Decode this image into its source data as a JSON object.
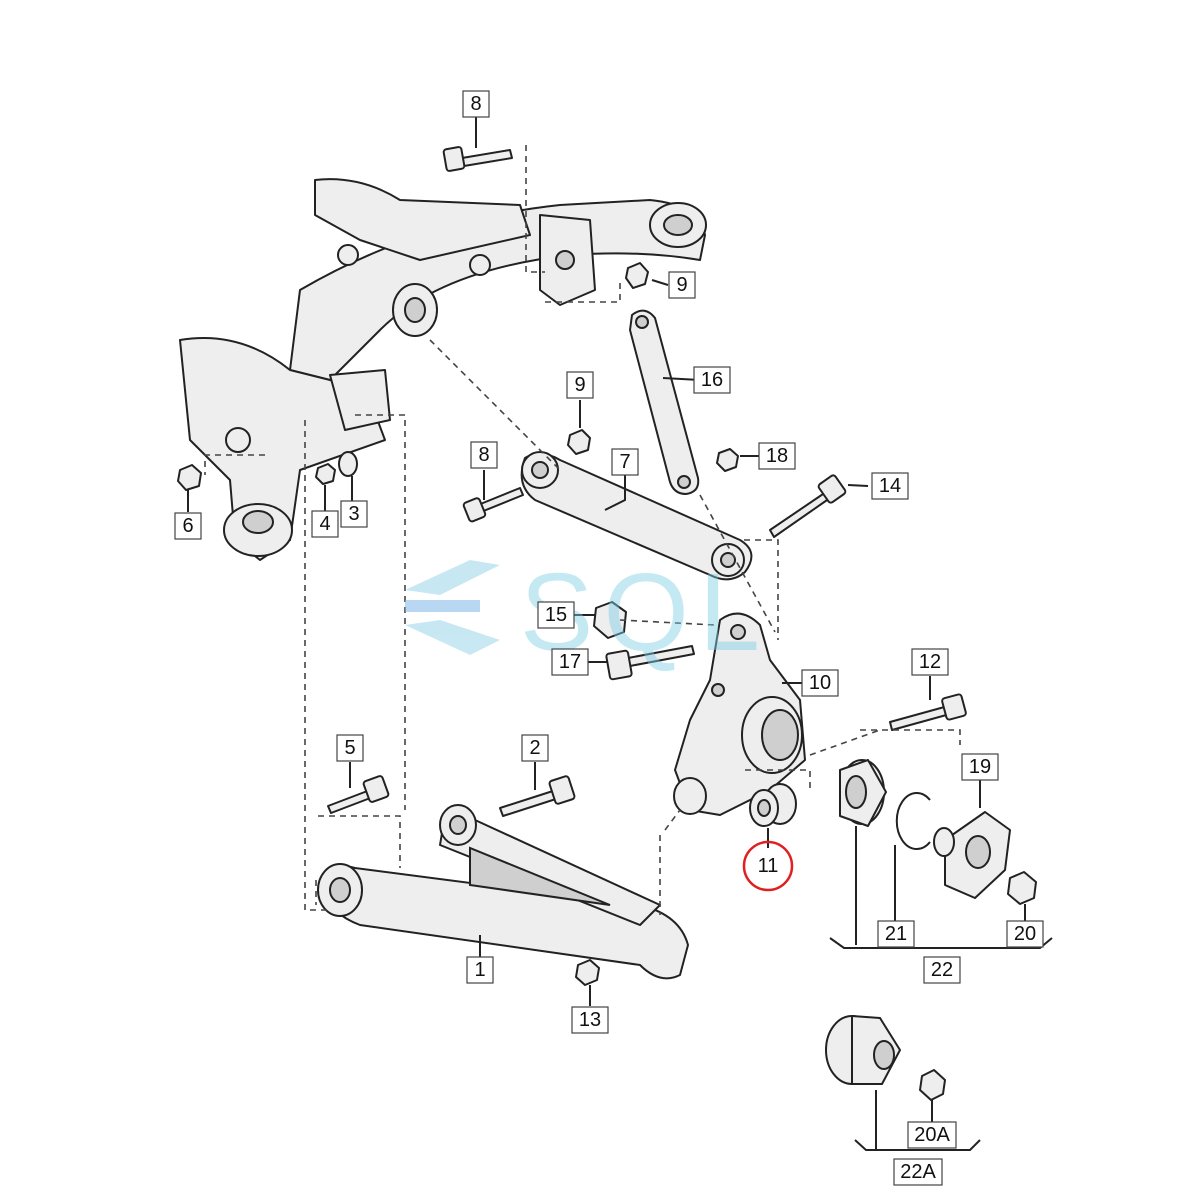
{
  "watermark": {
    "text": "SQL",
    "color": "#7ecfe6"
  },
  "highlight_color": "#e02020",
  "callouts": [
    {
      "id": "8a",
      "text": "8"
    },
    {
      "id": "9a",
      "text": "9"
    },
    {
      "id": "16",
      "text": "16"
    },
    {
      "id": "9b",
      "text": "9"
    },
    {
      "id": "8b",
      "text": "8"
    },
    {
      "id": "7",
      "text": "7"
    },
    {
      "id": "18",
      "text": "18"
    },
    {
      "id": "14",
      "text": "14"
    },
    {
      "id": "6",
      "text": "6"
    },
    {
      "id": "4",
      "text": "4"
    },
    {
      "id": "3",
      "text": "3"
    },
    {
      "id": "15",
      "text": "15"
    },
    {
      "id": "17",
      "text": "17"
    },
    {
      "id": "10",
      "text": "10"
    },
    {
      "id": "12",
      "text": "12"
    },
    {
      "id": "5",
      "text": "5"
    },
    {
      "id": "2",
      "text": "2"
    },
    {
      "id": "19",
      "text": "19"
    },
    {
      "id": "11",
      "text": "11"
    },
    {
      "id": "21",
      "text": "21"
    },
    {
      "id": "20",
      "text": "20"
    },
    {
      "id": "22",
      "text": "22"
    },
    {
      "id": "1",
      "text": "1"
    },
    {
      "id": "13",
      "text": "13"
    },
    {
      "id": "20A",
      "text": "20A"
    },
    {
      "id": "22A",
      "text": "22A"
    }
  ]
}
